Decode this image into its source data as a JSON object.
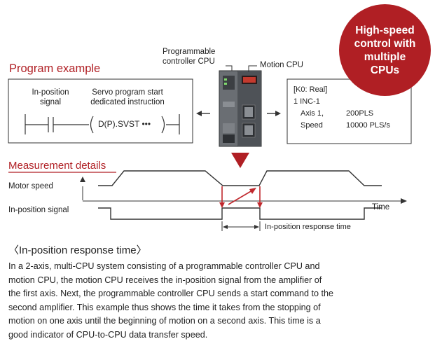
{
  "badge": {
    "lines": [
      "High-speed",
      "control with",
      "multiple",
      "CPUs"
    ]
  },
  "program": {
    "title": "Program example",
    "inpos_label_line1": "In-position",
    "inpos_label_line2": "signal",
    "servo_label_line1": "Servo program start",
    "servo_label_line2": "dedicated instruction",
    "instruction": "D(P).SVST •••"
  },
  "hardware": {
    "plc_label_line1": "Programmable",
    "plc_label_line2": "controller CPU",
    "motion_label": "Motion CPU"
  },
  "motion_program": {
    "line1": "[K0: Real]",
    "line2": "1 INC-1",
    "axis_label": "Axis 1,",
    "axis_value": "200PLS",
    "speed_label": "Speed",
    "speed_value": "10000 PLS/s"
  },
  "timing": {
    "title": "Measurement details",
    "motor_speed": "Motor speed",
    "inpos_signal": "In-position signal",
    "time": "Time",
    "response": "In-position response time"
  },
  "explanation": {
    "title": "〈In-position response time〉",
    "lines": [
      "In a 2-axis, multi-CPU system consisting of a programmable controller CPU and",
      "motion CPU, the motion CPU receives the in-position signal from the amplifier of",
      "the first axis. Next, the programmable controller CPU sends a start command to the",
      "second amplifier. This example thus shows the time it takes from the stopping of",
      "motion on one axis until the beginning of motion on a second axis. This time is a",
      "good indicator of CPU-to-CPU data transfer speed."
    ]
  },
  "colors": {
    "accent": "#b01f24",
    "line": "#333333"
  }
}
